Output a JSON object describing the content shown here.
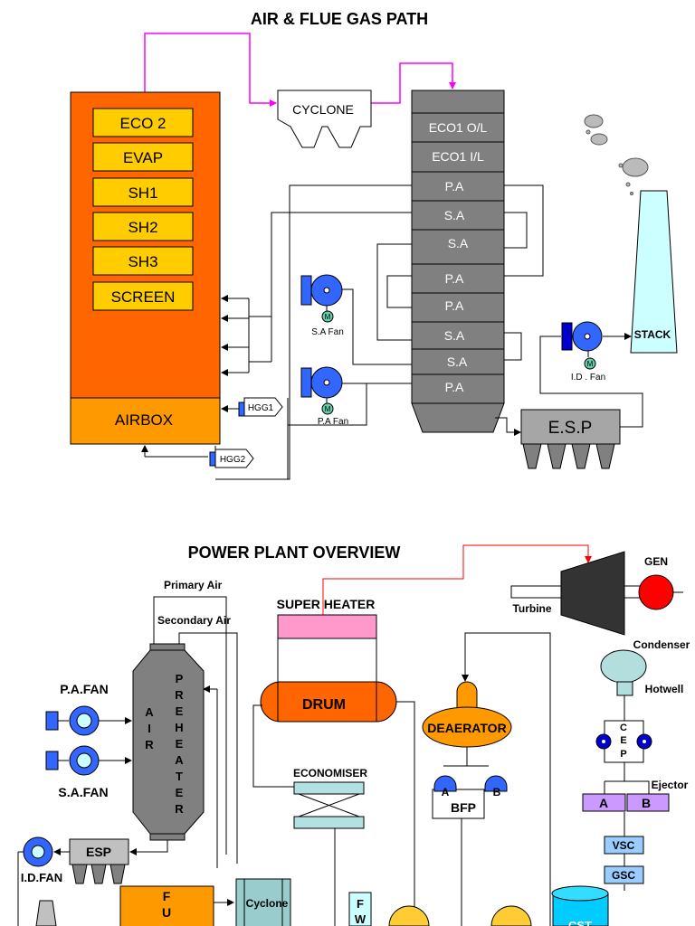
{
  "diagram1": {
    "title": "AIR & FLUE GAS PATH",
    "furnace_sections": [
      "ECO 2",
      "EVAP",
      "SH1",
      "SH2",
      "SH3",
      "SCREEN"
    ],
    "airbox": "AIRBOX",
    "cyclone": "CYCLONE",
    "column_sections": [
      "ECO1 O/L",
      "ECO1 I/L",
      "P.A",
      "S.A",
      "S.A",
      "P.A",
      "P.A",
      "S.A",
      "S.A",
      "P.A"
    ],
    "esp": "E.S.P",
    "stack": "STACK",
    "sa_fan": "S.A Fan",
    "pa_fan": "P.A Fan",
    "id_fan": "I.D . Fan",
    "motor": "M",
    "hgg1": "HGG1",
    "hgg2": "HGG2",
    "colors": {
      "furnace": "#ff6600",
      "airbox": "#ff9900",
      "coil": "#ffcc00",
      "column": "#808080",
      "flue_line": "#ff00ff",
      "fan": "#3366ff",
      "stack": "#ccffff"
    }
  },
  "diagram2": {
    "title": "POWER PLANT OVERVIEW",
    "primary_air": "Primary Air",
    "secondary_air": "Secondary Air",
    "super_heater": "SUPER HEATER",
    "drum": "DRUM",
    "economiser": "ECONOMISER",
    "deaerator": "DEAERATOR",
    "bfp": "BFP",
    "pump_a": "A",
    "pump_b": "B",
    "air_preheater_left": [
      "A",
      "I",
      "R"
    ],
    "air_preheater_right": [
      "P",
      "R",
      "E",
      "H",
      "E",
      "A",
      "T",
      "E",
      "R"
    ],
    "pa_fan": "P.A.FAN",
    "sa_fan": "S.A.FAN",
    "esp": "ESP",
    "id_fan": "I.D.FAN",
    "furnace_letters": [
      "F",
      "U"
    ],
    "cyclone": "Cyclone",
    "fw_letters": [
      "F",
      "W"
    ],
    "turbine": "Turbine",
    "gen": "GEN",
    "condenser": "Condenser",
    "hotwell": "Hotwell",
    "cep": [
      "C",
      "E",
      "P"
    ],
    "ejector": "Ejector",
    "ejector_a": "A",
    "ejector_b": "B",
    "vsc": "VSC",
    "gsc": "GSC",
    "cst": "CST",
    "colors": {
      "superheater": "#ff99cc",
      "drum": "#ff6600",
      "deaerator": "#ff9900",
      "gen": "#ff0000",
      "turbine": "#333333",
      "ejector": "#cc99ff",
      "vsc": "#99ccff",
      "cst": "#00ccff",
      "steam_line": "#ff0000"
    }
  }
}
